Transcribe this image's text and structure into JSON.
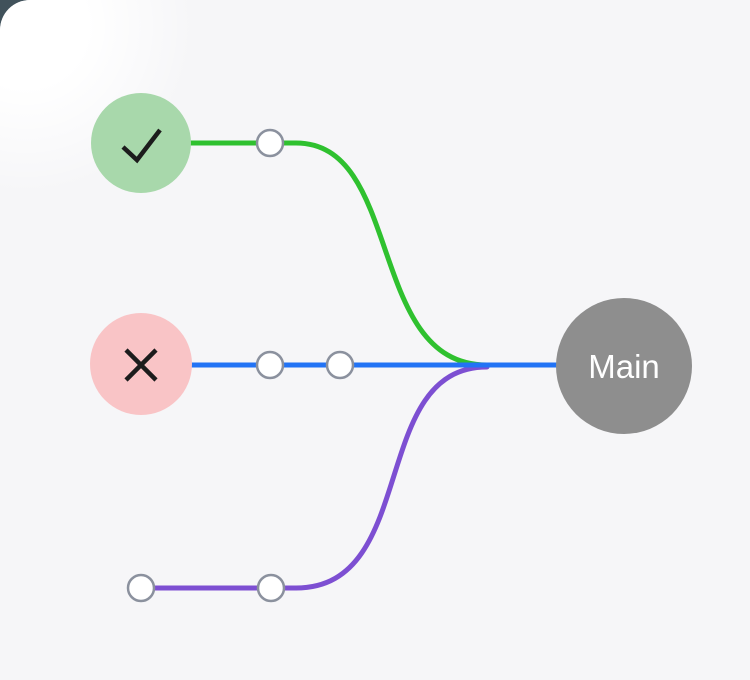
{
  "canvas": {
    "background": "#f6f6f8",
    "corner_backdrop": "#41525b",
    "corner_highlight": "#ffffff"
  },
  "graph": {
    "main_node": {
      "label": "Main",
      "fill": "#8e8e8e",
      "text_color": "#ffffff"
    },
    "status_nodes": [
      {
        "name": "success",
        "icon": "check-icon",
        "fill": "#a8d8ab",
        "mark_color": "#1c1c1c"
      },
      {
        "name": "failure",
        "icon": "x-icon",
        "fill": "#f9c4c6",
        "mark_color": "#1c1c1c"
      }
    ],
    "branches": [
      {
        "name": "top",
        "color": "#2fc12f",
        "commit_count": 1
      },
      {
        "name": "middle",
        "color": "#2273f5",
        "commit_count": 2
      },
      {
        "name": "bottom",
        "color": "#7d4fd2",
        "commit_count": 2
      }
    ],
    "commit_node": {
      "fill": "#ffffff",
      "stroke": "#8b919e"
    }
  }
}
